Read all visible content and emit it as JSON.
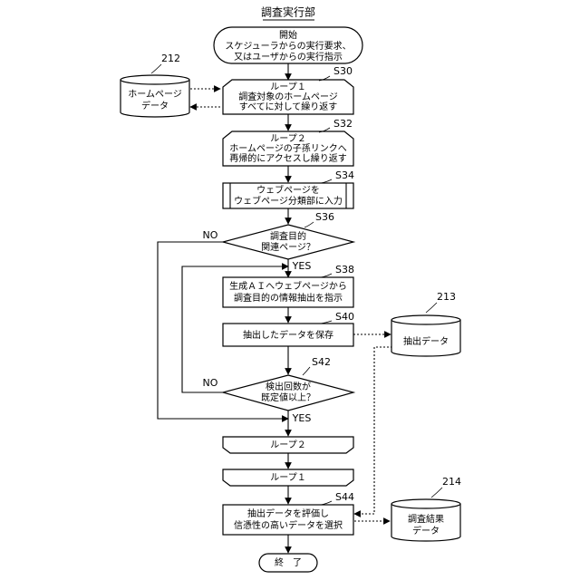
{
  "title": "調査実行部",
  "start": {
    "label": "開始",
    "line1": "スケジューラからの実行要求、",
    "line2": "又はユーザからの実行指示"
  },
  "loop1_start": {
    "step": "S30",
    "line1": "ループ１",
    "line2": "調査対象のホームページ",
    "line3": "すべてに対して繰り返す"
  },
  "loop2_start": {
    "step": "S32",
    "line1": "ループ２",
    "line2": "ホームページの子孫リンクへ",
    "line3": "再帰的にアクセスし繰り返す"
  },
  "s34": {
    "step": "S34",
    "line1": "ウェブページを",
    "line2": "ウェブページ分類部に入力"
  },
  "s36": {
    "step": "S36",
    "line1": "調査目的",
    "line2": "関連ページ？",
    "yes": "YES",
    "no": "NO"
  },
  "s38": {
    "step": "S38",
    "line1": "生成ＡＩへウェブページから",
    "line2": "調査目的の情報抽出を指示"
  },
  "s40": {
    "step": "S40",
    "line1": "抽出したデータを保存"
  },
  "s42": {
    "step": "S42",
    "line1": "検出回数が",
    "line2": "既定値以上？",
    "yes": "YES",
    "no": "NO"
  },
  "loop2_end": {
    "line1": "ループ２"
  },
  "loop1_end": {
    "line1": "ループ１"
  },
  "s44": {
    "step": "S44",
    "line1": "抽出データを評価し",
    "line2": "信憑性の高いデータを選択"
  },
  "end": {
    "label": "終　了"
  },
  "db212": {
    "ref": "212",
    "line1": "ホームページ",
    "line2": "データ"
  },
  "db213": {
    "ref": "213",
    "line1": "抽出データ"
  },
  "db214": {
    "ref": "214",
    "line1": "調査結果",
    "line2": "データ"
  }
}
